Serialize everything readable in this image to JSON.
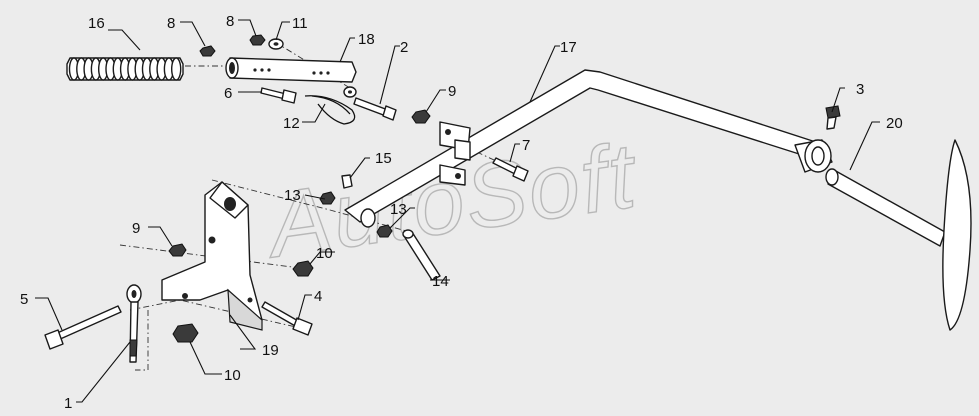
{
  "watermark": "AutoSoft",
  "callouts": {
    "c1": "1",
    "c2": "2",
    "c3": "3",
    "c4": "4",
    "c5": "5",
    "c6": "6",
    "c7": "7",
    "c8a": "8",
    "c8b": "8",
    "c9a": "9",
    "c9b": "9",
    "c10a": "10",
    "c10b": "10",
    "c11": "11",
    "c12": "12",
    "c13a": "13",
    "c13b": "13",
    "c14": "14",
    "c15": "15",
    "c16": "16",
    "c17": "17",
    "c18": "18",
    "c19": "19",
    "c20": "20"
  },
  "colors": {
    "background": "#ececec",
    "line": "#1a1a1a",
    "watermark": "#b8b8b8"
  }
}
